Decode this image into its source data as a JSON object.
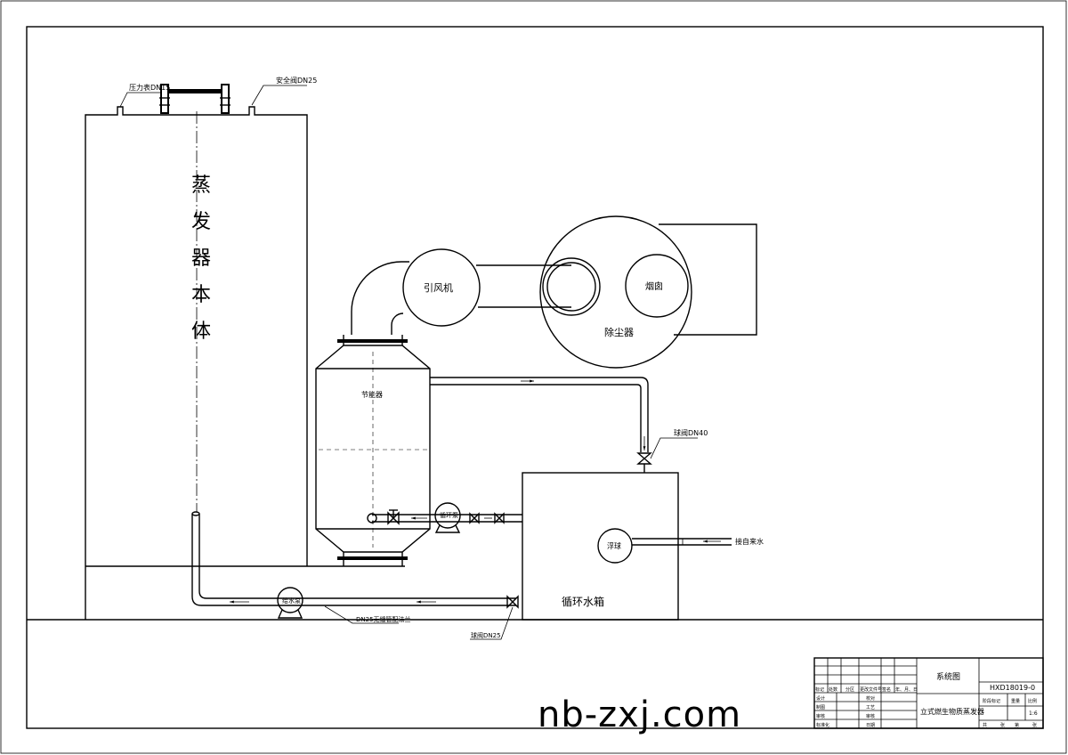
{
  "labels": {
    "evaporator_body": [
      "蒸",
      "发",
      "器",
      "本",
      "体"
    ],
    "pressure_gauge": "压力表DN15",
    "safety_valve": "安全阀DN25",
    "induced_fan": "引风机",
    "chimney": "烟囱",
    "dust_collector": "除尘器",
    "economizer": "节能器",
    "ball_valve_dn40": "球阀DN40",
    "circ_pump": "循环泵",
    "float_ball": "浮球",
    "tap_water": "接自来水",
    "circ_tank": "循环水箱",
    "feed_pump": "给水泵",
    "pipe_dn25": "DN25无缝管配法兰",
    "ball_valve_dn25": "球阀DN25"
  },
  "title_block": {
    "drawing_type": "系统图",
    "drawing_no": "HXD18019-0",
    "product_name": "立式燃生物质蒸发器",
    "header_cells": [
      "标记",
      "处数",
      "分区",
      "更改文件号",
      "签名",
      "年、月、日"
    ],
    "left_rows": [
      "设计",
      "制图",
      "审核",
      "标准化"
    ],
    "mid_rows": [
      "校对",
      "工艺",
      "审核",
      "日期"
    ],
    "stage_mark": "阶段标记",
    "weight": "重量",
    "scale_label": "比例",
    "scale": "1:6",
    "sheet_total": "共",
    "sheet_unit": "张",
    "sheet_no": "第",
    "sheet_unit2": "张"
  },
  "watermark": "nb-zxj.com"
}
